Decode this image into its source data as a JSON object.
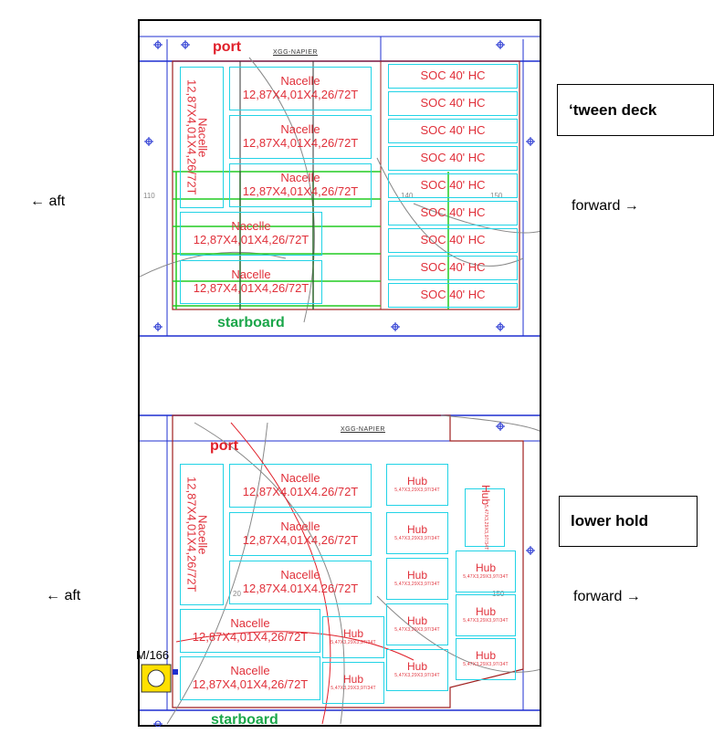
{
  "tween": {
    "label": "‘tween deck",
    "port": "port",
    "starboard": "starboard",
    "yard": "XGG-NAPIER",
    "aft": "← aft",
    "forward": "forward →",
    "nacelles": [
      {
        "line1": "Nacelle",
        "line2": "12,87X4,01X4,26/72T"
      },
      {
        "line1": "Nacelle",
        "line2": "12,87X4,01X4,26/72T"
      },
      {
        "line1": "Nacelle",
        "line2": "12,87X4,01X4,26/72T"
      },
      {
        "line1": "Nacelle",
        "line2": "12,87X4,01X4,26/72T"
      },
      {
        "line1": "Nacelle",
        "line2": "12,87X4,01X4,26/72T"
      },
      {
        "line1": "Nacelle",
        "line2": "12,87X4,01X4,26/72T"
      }
    ],
    "soc": [
      "SOC 40' HC",
      "SOC 40' HC",
      "SOC 40' HC",
      "SOC 40' HC",
      "SOC 40' HC",
      "SOC 40' HC",
      "SOC 40' HC",
      "SOC 40' HC",
      "SOC 40' HC"
    ]
  },
  "hold": {
    "label": "lower hold",
    "port": "port",
    "starboard": "starboard",
    "yard": "XGG-NAPIER",
    "aft": "← aft",
    "forward": "forward →",
    "frame_mark": "M/166",
    "nacelles": [
      {
        "line1": "Nacelle",
        "line2": "12,87X4,01X4,26/72T"
      },
      {
        "line1": "Nacelle",
        "line2": "12,87X4.01X4.26/72T"
      },
      {
        "line1": "Nacelle",
        "line2": "12,87X4,01X4,26/72T"
      },
      {
        "line1": "Nacelle",
        "line2": "12,87X4.01X4.26/72T"
      },
      {
        "line1": "Nacelle",
        "line2": "12,87X4,01X4,26/72T"
      },
      {
        "line1": "Nacelle",
        "line2": "12,87X4,01X4,26/72T"
      }
    ],
    "hubs": [
      {
        "line1": "Hub",
        "line2": "5,47X3,29X3,97/34T"
      },
      {
        "line1": "Hub",
        "line2": "5,47X3,29X3,97/34T"
      },
      {
        "line1": "Hub",
        "line2": "5,47X3,29X3,97/34T"
      },
      {
        "line1": "Hub",
        "line2": "5,47X3,29X3,97/34T"
      },
      {
        "line1": "Hub",
        "line2": "5,47X3,29X3,97/34T"
      },
      {
        "line1": "Hub",
        "line2": "5,47X3,29X3,97/34T"
      },
      {
        "line1": "Hub",
        "line2": "5,47X3,29X3,97/34T"
      },
      {
        "line1": "Hub",
        "line2": "5,47X3,29X3,97/34T"
      },
      {
        "line1": "Hub",
        "line2": "5,47X3,29X3,97/34T"
      },
      {
        "line1": "Hub",
        "line2": "5,47X3,29X3,97/34T"
      },
      {
        "line1": "Hub",
        "line2": "5,47X3,29X3,97/34T"
      }
    ]
  },
  "colors": {
    "port": "#e0202a",
    "starboard": "#1aa64a",
    "cargo_outline": "#22d3e6",
    "cargo_text": "#e0303a",
    "plan_blue": "#1f2fd0",
    "grid_green": "#22cc22",
    "hold_red": "#a02020"
  }
}
